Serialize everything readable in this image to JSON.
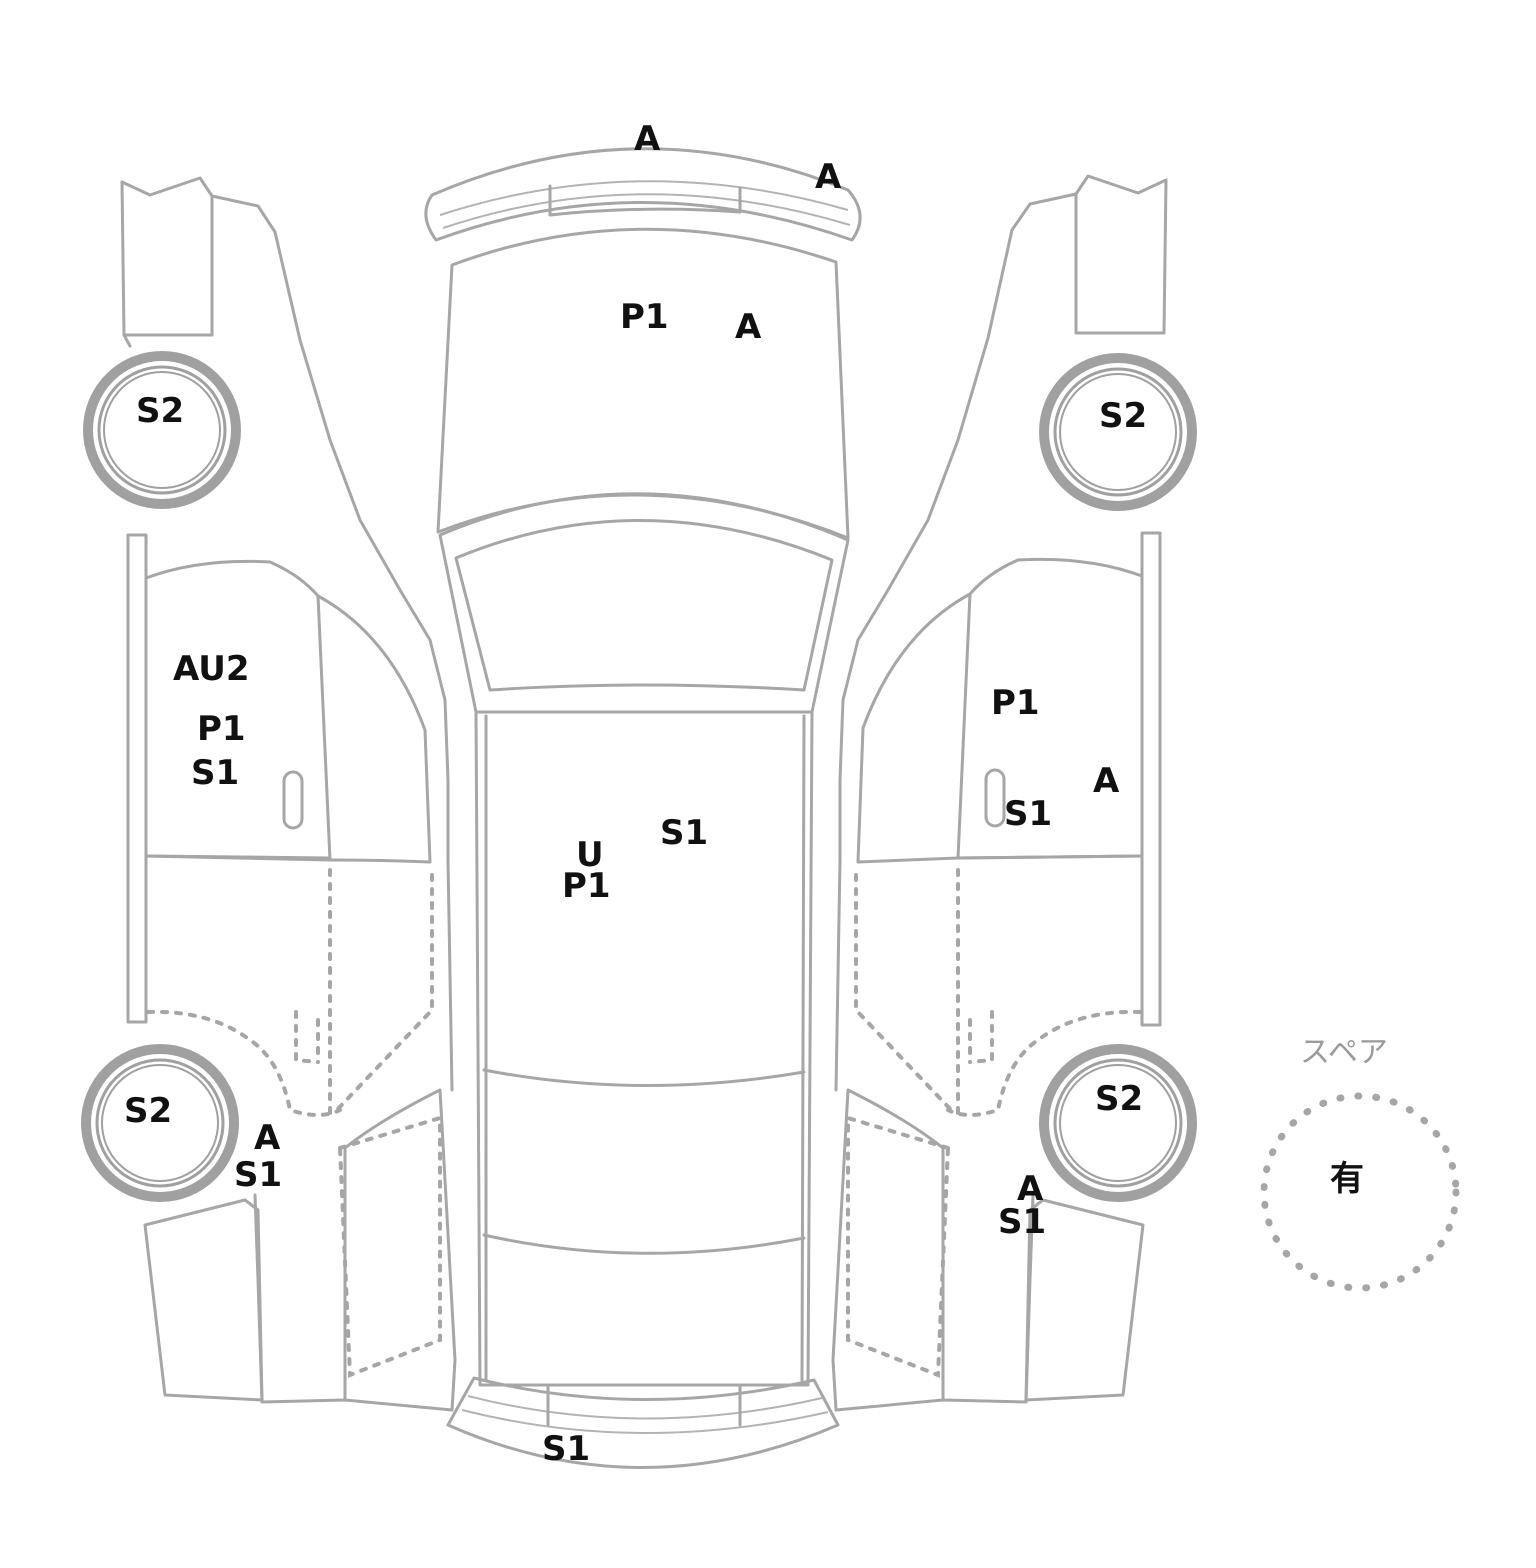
{
  "damage_marks": {
    "front_bumper": [
      "A",
      "A"
    ],
    "hood": [
      "P1",
      "A"
    ],
    "roof": [
      "S1",
      "U",
      "P1"
    ],
    "rear_bumper": [
      "S1"
    ],
    "left_front_wheel": [
      "S2"
    ],
    "left_rear_wheel": [
      "S2"
    ],
    "left_front_door": [
      "AU2",
      "P1",
      "S1"
    ],
    "left_rear_fender": [
      "A",
      "S1"
    ],
    "right_front_wheel": [
      "S2"
    ],
    "right_rear_wheel": [
      "S2"
    ],
    "right_front_door": [
      "P1",
      "A",
      "S1"
    ],
    "right_rear_fender": [
      "A",
      "S1"
    ]
  },
  "spare_tire": {
    "label": "スペア",
    "status": "有"
  }
}
